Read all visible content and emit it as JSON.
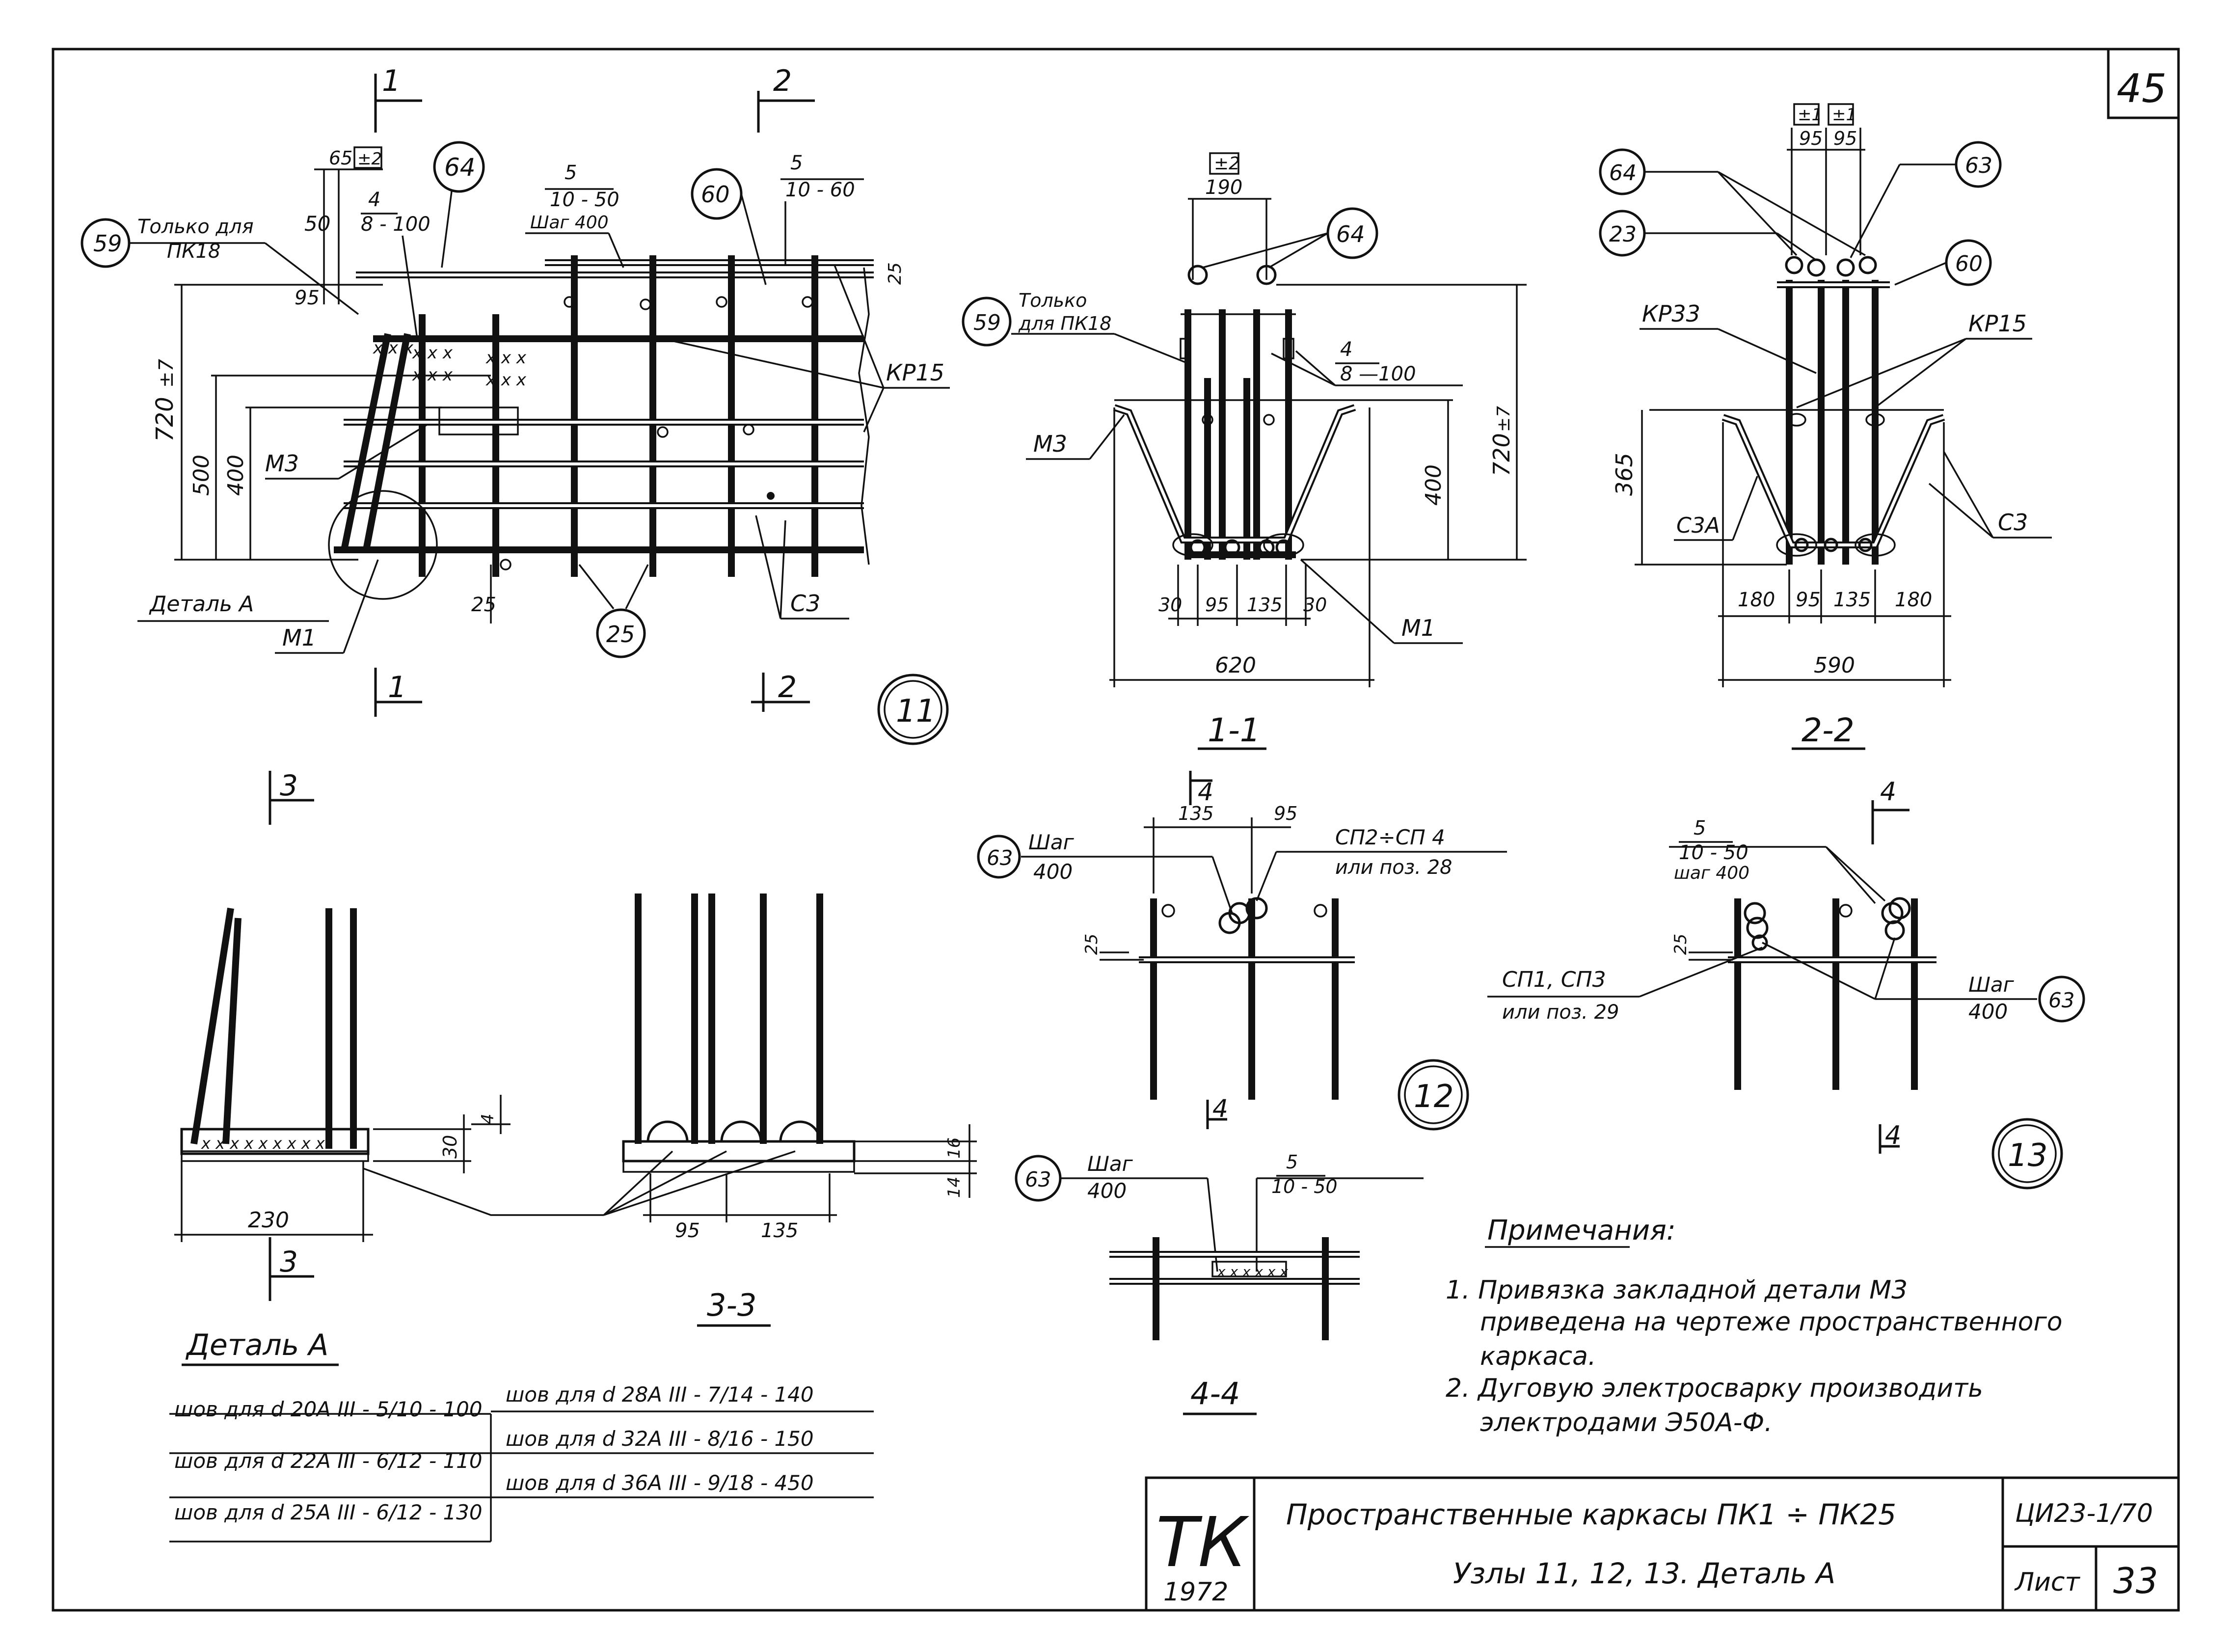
{
  "sheet": {
    "corner_number": "45",
    "code": "ЦИ23-1/70",
    "sheet_label": "Лист",
    "sheet_number": "33",
    "org": "ТК",
    "year": "1972",
    "title_line1": "Пространственные каркасы ПК1 ÷ ПК25",
    "title_line2": "Узлы 11, 12, 13. Деталь А"
  },
  "notes": {
    "heading": "Примечания:",
    "items": [
      "1. Привязка закладной детали М3",
      "приведена на чертеже пространственного",
      "каркаса.",
      "2. Дуговую электросварку производить",
      "электродами Э50А-Ф."
    ]
  },
  "weld_table": {
    "rows_left": [
      "шов для d 20A III - 5/10 - 100",
      "шов для d 22A III - 6/12 - 110",
      "шов для d 25A III - 6/12 - 130"
    ],
    "rows_right": [
      "шов для d 28A III - 7/14 - 140",
      "шов для d 32A III - 8/16 - 150",
      "шов для d 36A III - 9/18 - 450"
    ]
  },
  "node11": {
    "tag": "11",
    "cut1": "1",
    "cut2": "2",
    "only_for": "Только для",
    "only_for2": "ПК18",
    "weld_a_num": "5",
    "weld_a_den": "10 - 50",
    "weld_a_step": "Шаг 400",
    "weld_b_num": "5",
    "weld_b_den": "10 - 60",
    "weld_c_num": "4",
    "weld_c_den": "8 - 100",
    "dim_65": "65",
    "dim_pm2": "±2",
    "dim_50": "50",
    "dim_95": "95",
    "dim_720": "720",
    "dim_720_tol": "±7",
    "dim_500": "500",
    "dim_400": "400",
    "dim_25": "25",
    "dim_25b": "25",
    "m3": "М3",
    "m1": "М1",
    "kp15": "КР15",
    "c3": "С3",
    "detail_a": "Деталь А",
    "pos59": "59",
    "pos64": "64",
    "pos60": "60",
    "pos25": "25"
  },
  "sec11": {
    "title": "1-1",
    "dim_pm2": "±2",
    "dim_190": "190",
    "pos64": "64",
    "pos59": "59",
    "only_for": "Только",
    "only_for2": "для ПК18",
    "weld_num": "4",
    "weld_den": "8 —100",
    "m3": "М3",
    "m1": "М1",
    "dim_720": "720",
    "dim_720_tol": "±7",
    "dim_400": "400",
    "dim_30a": "30",
    "dim_95": "95",
    "dim_135": "135",
    "dim_30b": "30",
    "dim_620": "620"
  },
  "sec22": {
    "title": "2-2",
    "dim_pm1a": "±1",
    "dim_pm1b": "±1",
    "dim_95a": "95",
    "dim_95b": "95",
    "pos64": "64",
    "pos63": "63",
    "pos23": "23",
    "pos60": "60",
    "kp33": "КР33",
    "kp15": "КР15",
    "c3a": "С3А",
    "c3": "С3",
    "dim_365": "365",
    "dim_180a": "180",
    "dim_95": "95",
    "dim_135": "135",
    "dim_180b": "180",
    "dim_590": "590"
  },
  "node12": {
    "tag": "12",
    "cut": "4",
    "dim_135": "135",
    "dim_95": "95",
    "pos63": "63",
    "step": "Шаг",
    "step_val": "400",
    "cp_label": "СП2÷СП 4",
    "cp_alt": "или поз. 28",
    "dim_25": "25"
  },
  "node13": {
    "tag": "13",
    "cut": "4",
    "weld_num": "5",
    "weld_den": "10 - 50",
    "weld_step": "шаг 400",
    "dim_25": "25",
    "cp_label": "СП1, СП3",
    "cp_alt": "или поз. 29",
    "step": "Шаг",
    "step_val": "400",
    "pos63": "63"
  },
  "detailA": {
    "cut": "3",
    "dim_230": "230",
    "dim_30": "30",
    "dim_4": "4",
    "title": "Деталь А"
  },
  "sec33": {
    "title": "3-3",
    "dim_95": "95",
    "dim_135": "135",
    "dim_16": "16",
    "dim_14": "14"
  },
  "sec44": {
    "title": "4-4",
    "pos63": "63",
    "step": "Шаг",
    "step_val": "400",
    "weld_num": "5",
    "weld_den": "10 - 50"
  }
}
